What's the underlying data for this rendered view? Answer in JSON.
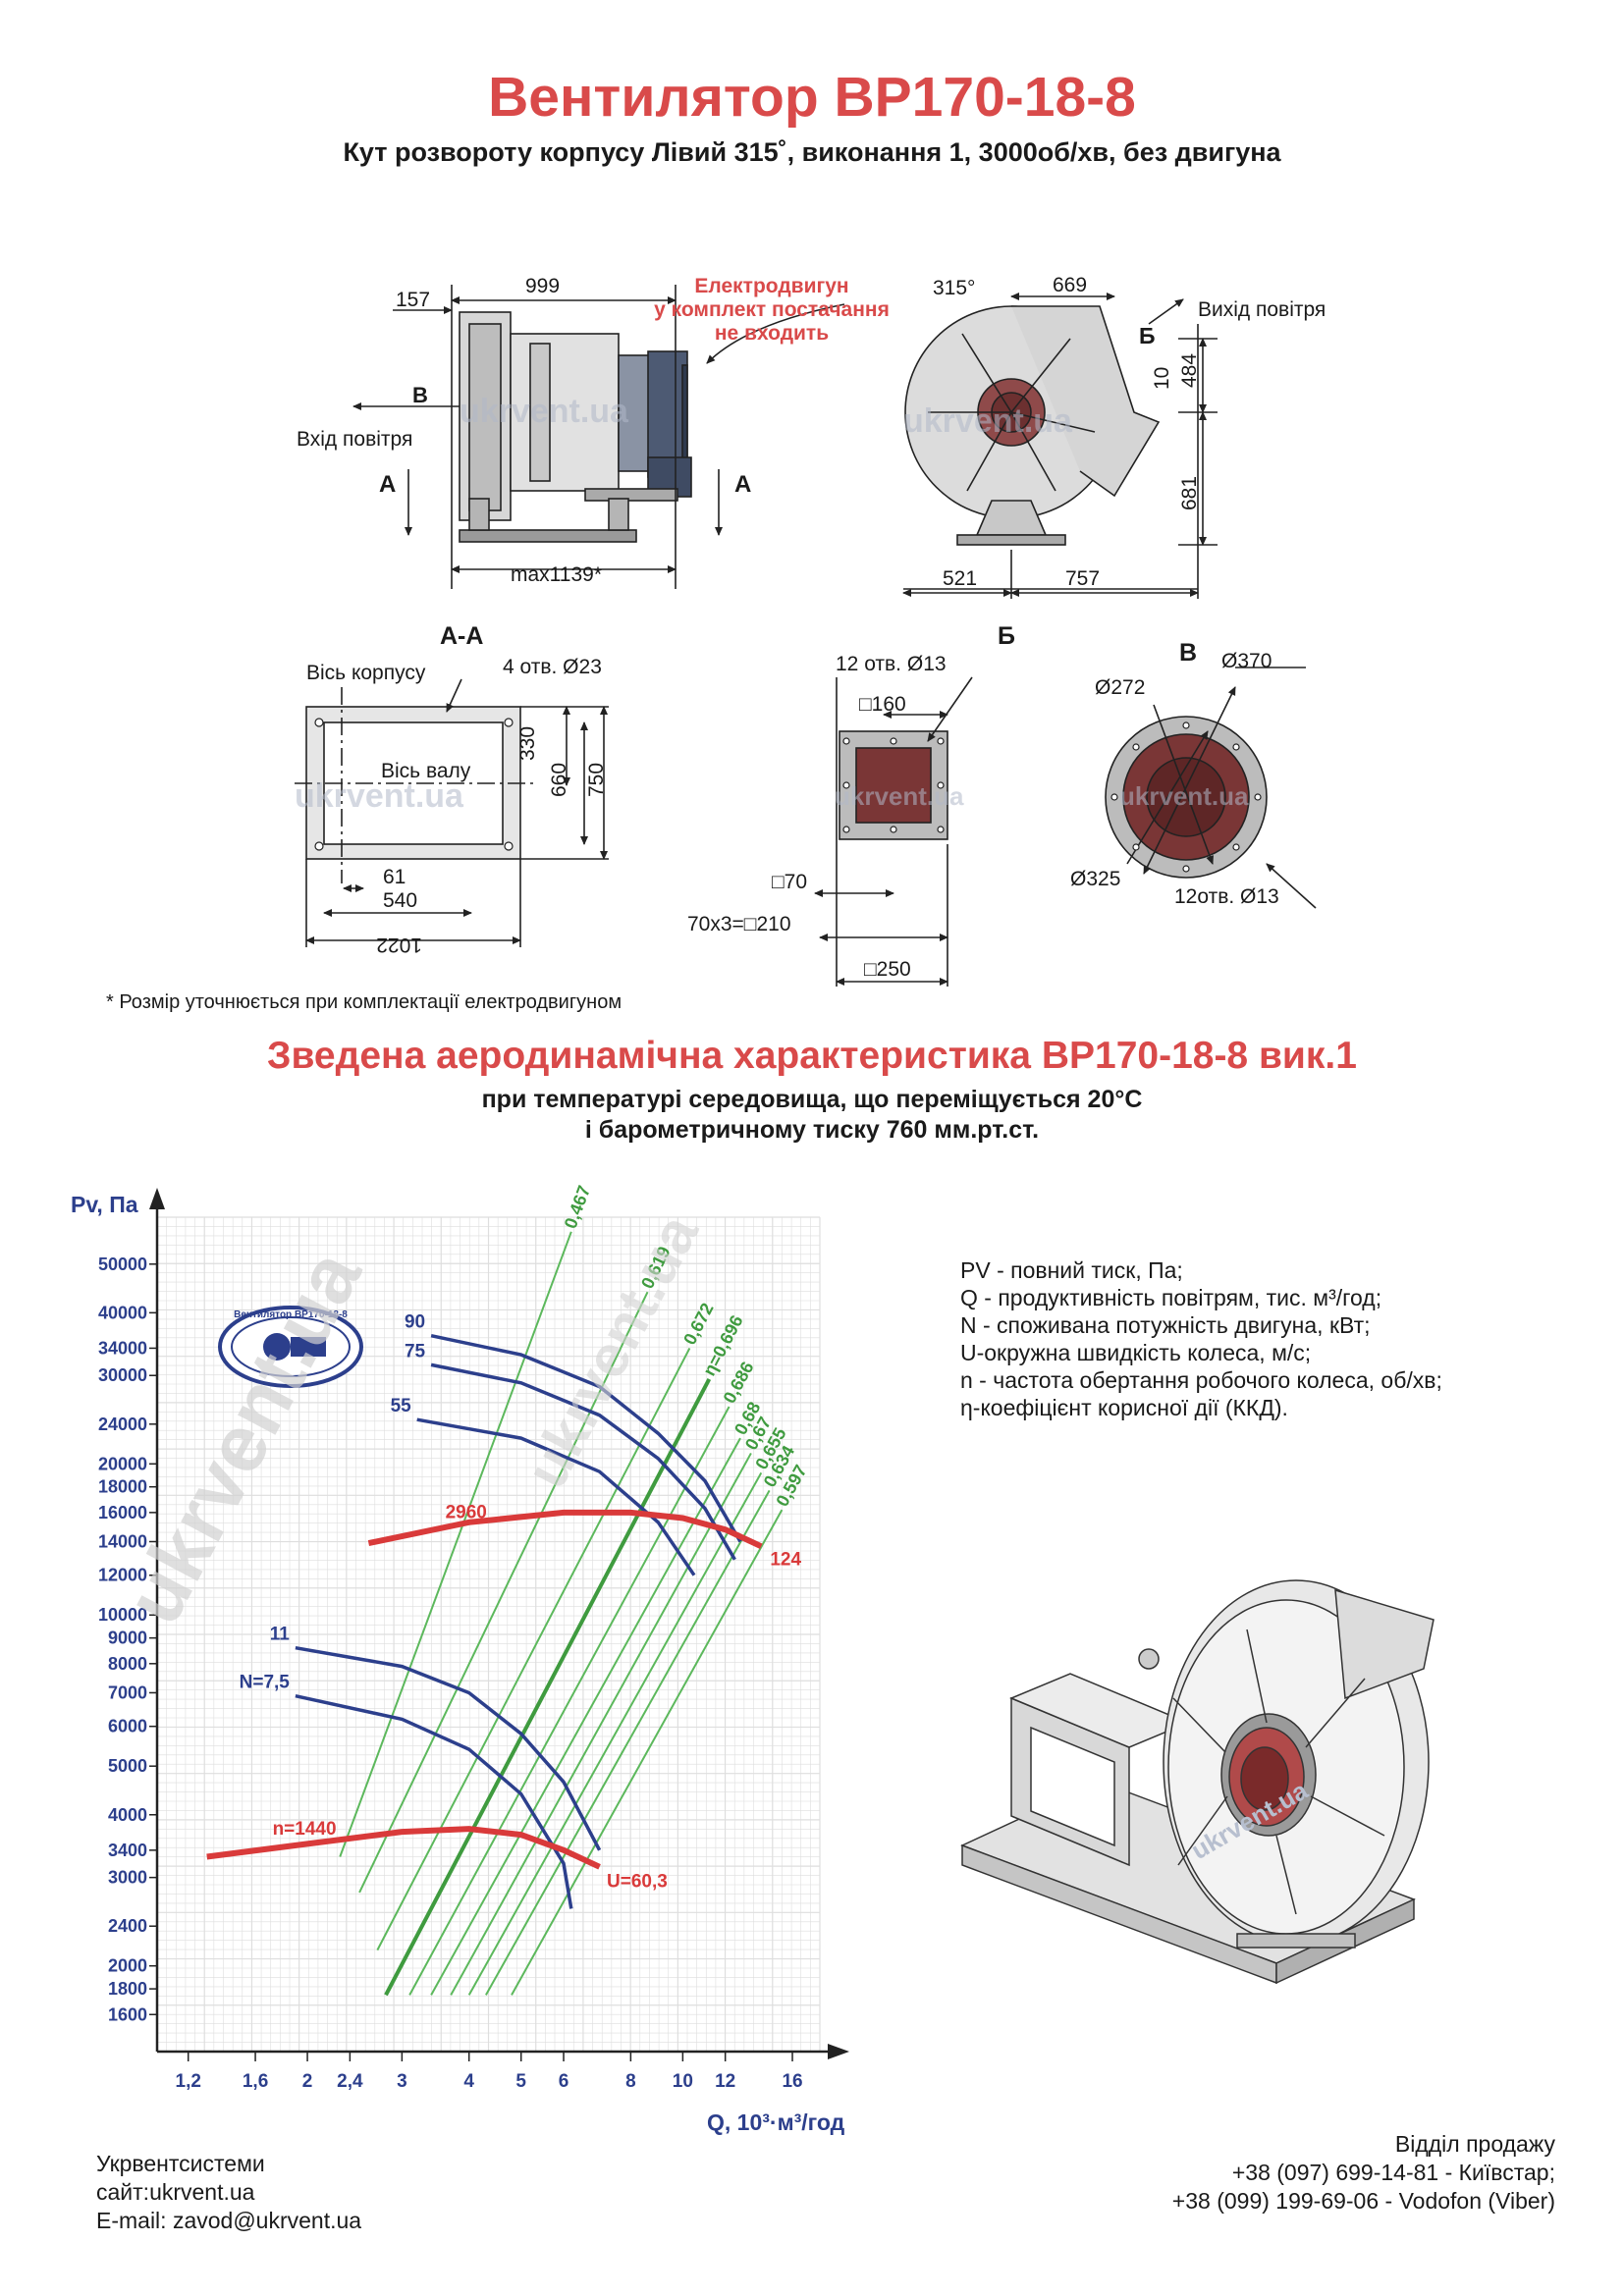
{
  "header": {
    "title": "Вентилятор ВР170-18-8",
    "subtitle": "Кут розвороту корпусу Лівий 315˚, виконання 1, 3000об/хв, без двигуна"
  },
  "side_view": {
    "dim_top": "999",
    "dim_left": "157",
    "dim_bottom": "max1139*",
    "inlet_label": "Вхід повітря",
    "view_b": "В",
    "section_a": "А",
    "motor_note": [
      "Електродвигун",
      "у комплект постачання",
      "не входить"
    ]
  },
  "front_view": {
    "angle": "315°",
    "dim_top": "669",
    "outlet_label": "Вихід повітря",
    "view_label": "Б",
    "dim_10": "10",
    "dim_484": "484",
    "dim_681": "681",
    "dim_521": "521",
    "dim_757": "757"
  },
  "section_aa": {
    "title": "А-А",
    "housing_axis": "Вісь корпусу",
    "shaft_axis": "Вісь валу",
    "holes": "4 отв. Ø23",
    "dim_330": "330",
    "dim_660": "660",
    "dim_750": "750",
    "dim_61": "61",
    "dim_540": "540",
    "dim_1022": "1022"
  },
  "flange_b": {
    "title": "Б",
    "holes": "12 отв. Ø13",
    "dim_160": "□160",
    "dim_70": "□70",
    "dim_210": "70х3=□210",
    "dim_250": "□250"
  },
  "flange_v": {
    "title": "В",
    "d272": "Ø272",
    "d370": "Ø370",
    "d325": "Ø325",
    "holes": "12отв. Ø13"
  },
  "footnote": "* Розмір уточнюється при комплектації електродвигуном",
  "aero": {
    "title": "Зведена аеродинамічна характеристика ВР170-18-8 вик.1",
    "line1": "при температурі середовища, що переміщується 20°С",
    "line2": "і барометричному тиску 760 мм.рт.ст."
  },
  "legend": [
    "PV - повний тиск, Па;",
    "Q - продуктивність повітрям, тис. м³/год;",
    "N - споживана потужність двигуна, кВт;",
    "U-окружна швидкість колеса, м/с;",
    "n - частота обертання робочого колеса, об/хв;",
    "η-коефіцієнт корисної дії (ККД)."
  ],
  "watermark": "ukrvent.ua",
  "chart_stamp": "Вентилятор ВР170-18-8",
  "chart_data": {
    "type": "line",
    "x_scale": "log",
    "y_scale": "log",
    "xlabel": "Q, 10³·м³/год",
    "ylabel": "Pv, Па",
    "x_ticks": [
      1.2,
      1.6,
      2,
      2.4,
      3,
      4,
      5,
      6,
      8,
      10,
      12,
      16
    ],
    "x_tick_labels": [
      "1,2",
      "1,6",
      "2",
      "2,4",
      "3",
      "4",
      "5",
      "6",
      "8",
      "10",
      "12",
      "16"
    ],
    "y_ticks": [
      1600,
      1800,
      2000,
      2400,
      3000,
      3400,
      4000,
      5000,
      6000,
      7000,
      8000,
      9000,
      10000,
      12000,
      14000,
      16000,
      18000,
      20000,
      24000,
      30000,
      34000,
      40000,
      50000
    ],
    "y_tick_labels": [
      "1600",
      "1800",
      "2000",
      "2400",
      "3000",
      "3400",
      "4000",
      "5000",
      "6000",
      "7000",
      "8000",
      "9000",
      "10000",
      "12000",
      "14000",
      "16000",
      "18000",
      "20000",
      "24000",
      "30000",
      "34000",
      "40000",
      "50000"
    ],
    "xlim": [
      1.05,
      18
    ],
    "ylim": [
      1350,
      62000
    ],
    "pressure_curves": [
      {
        "name": "n=2960",
        "label": "2960",
        "points": [
          [
            2.6,
            13900
          ],
          [
            4,
            15300
          ],
          [
            6,
            16000
          ],
          [
            8,
            16000
          ],
          [
            10,
            15600
          ],
          [
            12,
            14800
          ],
          [
            14,
            13700
          ]
        ]
      },
      {
        "name": "n=1440",
        "label": "n=1440",
        "points": [
          [
            1.3,
            3300
          ],
          [
            2,
            3500
          ],
          [
            3,
            3700
          ],
          [
            4,
            3750
          ],
          [
            5,
            3650
          ],
          [
            6,
            3400
          ],
          [
            7,
            3150
          ]
        ]
      }
    ],
    "u_labels": [
      {
        "text": "124",
        "q": 14.3,
        "p": 12900
      },
      {
        "text": "U=60,3",
        "q": 7.1,
        "p": 2950
      }
    ],
    "power_curves": [
      {
        "name": "N=90",
        "label": "90",
        "points": [
          [
            3.4,
            36000
          ],
          [
            5,
            33000
          ],
          [
            7,
            28500
          ],
          [
            9,
            23000
          ],
          [
            11,
            18500
          ],
          [
            12.8,
            14000
          ]
        ]
      },
      {
        "name": "N=75",
        "label": "75",
        "points": [
          [
            3.4,
            31500
          ],
          [
            5,
            29000
          ],
          [
            7,
            25000
          ],
          [
            9,
            20500
          ],
          [
            11,
            16300
          ],
          [
            12.5,
            12900
          ]
        ]
      },
      {
        "name": "N=55",
        "label": "55",
        "points": [
          [
            3.2,
            24500
          ],
          [
            5,
            22500
          ],
          [
            7,
            19300
          ],
          [
            9,
            15300
          ],
          [
            10.5,
            12000
          ]
        ]
      },
      {
        "name": "N=11",
        "label": "11",
        "points": [
          [
            1.9,
            8600
          ],
          [
            3,
            7900
          ],
          [
            4,
            7000
          ],
          [
            5,
            5800
          ],
          [
            6,
            4650
          ],
          [
            7,
            3400
          ]
        ]
      },
      {
        "name": "N=7,5",
        "label": "N=7,5",
        "points": [
          [
            1.9,
            6900
          ],
          [
            3,
            6200
          ],
          [
            4,
            5400
          ],
          [
            5,
            4400
          ],
          [
            6,
            3200
          ],
          [
            6.2,
            2600
          ]
        ]
      }
    ],
    "efficiency_lines": [
      {
        "label": "0,467",
        "start": [
          2.3,
          3300
        ],
        "end": [
          6.2,
          58000
        ]
      },
      {
        "label": "0,619",
        "start": [
          2.5,
          2800
        ],
        "end": [
          8.6,
          44000
        ]
      },
      {
        "label": "0,672",
        "start": [
          2.7,
          2150
        ],
        "end": [
          10.3,
          34000
        ]
      },
      {
        "label": "η=0,696",
        "start": [
          2.8,
          1750
        ],
        "end": [
          11.2,
          29500
        ]
      },
      {
        "label": "0,686",
        "start": [
          3.1,
          1750
        ],
        "end": [
          12.2,
          26000
        ]
      },
      {
        "label": "0,68",
        "start": [
          3.4,
          1750
        ],
        "end": [
          12.8,
          22500
        ]
      },
      {
        "label": "0,67",
        "start": [
          3.7,
          1750
        ],
        "end": [
          13.4,
          21000
        ]
      },
      {
        "label": "0,655",
        "start": [
          4,
          1750
        ],
        "end": [
          14,
          19200
        ]
      },
      {
        "label": "0,634",
        "start": [
          4.3,
          1750
        ],
        "end": [
          14.5,
          17700
        ]
      },
      {
        "label": "0,597",
        "start": [
          4.8,
          1750
        ],
        "end": [
          15.3,
          16200
        ]
      }
    ]
  },
  "footer": {
    "company": "Укрвентсистеми",
    "site": "сайт:ukrvent.ua",
    "email": "E-mail: zavod@ukrvent.ua",
    "sales_title": "Відділ продажу",
    "phone1": "+38 (097) 699-14-81 - Київстар;",
    "phone2": "+38 (099) 199-69-06 - Vodofon (Viber)"
  }
}
